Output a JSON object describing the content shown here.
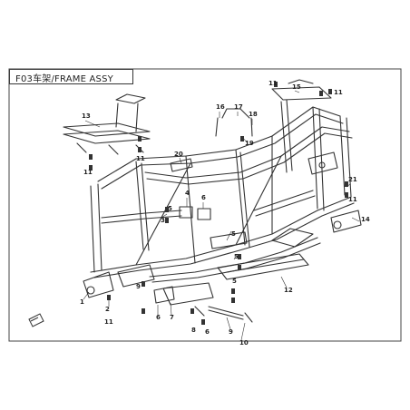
{
  "title": "F03车架/FRAME ASSY",
  "callouts": [
    {
      "id": "c1",
      "label": "1"
    },
    {
      "id": "c2",
      "label": "2"
    },
    {
      "id": "c3",
      "label": "3"
    },
    {
      "id": "c4",
      "label": "4"
    },
    {
      "id": "c5",
      "label": "5"
    },
    {
      "id": "c5b",
      "label": "5"
    },
    {
      "id": "c5c",
      "label": "5"
    },
    {
      "id": "c5d",
      "label": "5"
    },
    {
      "id": "c6",
      "label": "6"
    },
    {
      "id": "c6b",
      "label": "6"
    },
    {
      "id": "c6c",
      "label": "6"
    },
    {
      "id": "c7",
      "label": "7"
    },
    {
      "id": "c8",
      "label": "8"
    },
    {
      "id": "c9",
      "label": "9"
    },
    {
      "id": "c9b",
      "label": "9"
    },
    {
      "id": "c10",
      "label": "10"
    },
    {
      "id": "c11",
      "label": "11"
    },
    {
      "id": "c11b",
      "label": "11"
    },
    {
      "id": "c11c",
      "label": "11"
    },
    {
      "id": "c11d",
      "label": "11"
    },
    {
      "id": "c11e",
      "label": "11"
    },
    {
      "id": "c11f",
      "label": "11"
    },
    {
      "id": "c12",
      "label": "12"
    },
    {
      "id": "c13",
      "label": "13"
    },
    {
      "id": "c14",
      "label": "14"
    },
    {
      "id": "c15",
      "label": "15"
    },
    {
      "id": "c16",
      "label": "16"
    },
    {
      "id": "c17",
      "label": "17"
    },
    {
      "id": "c18",
      "label": "18"
    },
    {
      "id": "c19",
      "label": "19"
    },
    {
      "id": "c20",
      "label": "20"
    },
    {
      "id": "c21",
      "label": "21"
    }
  ]
}
